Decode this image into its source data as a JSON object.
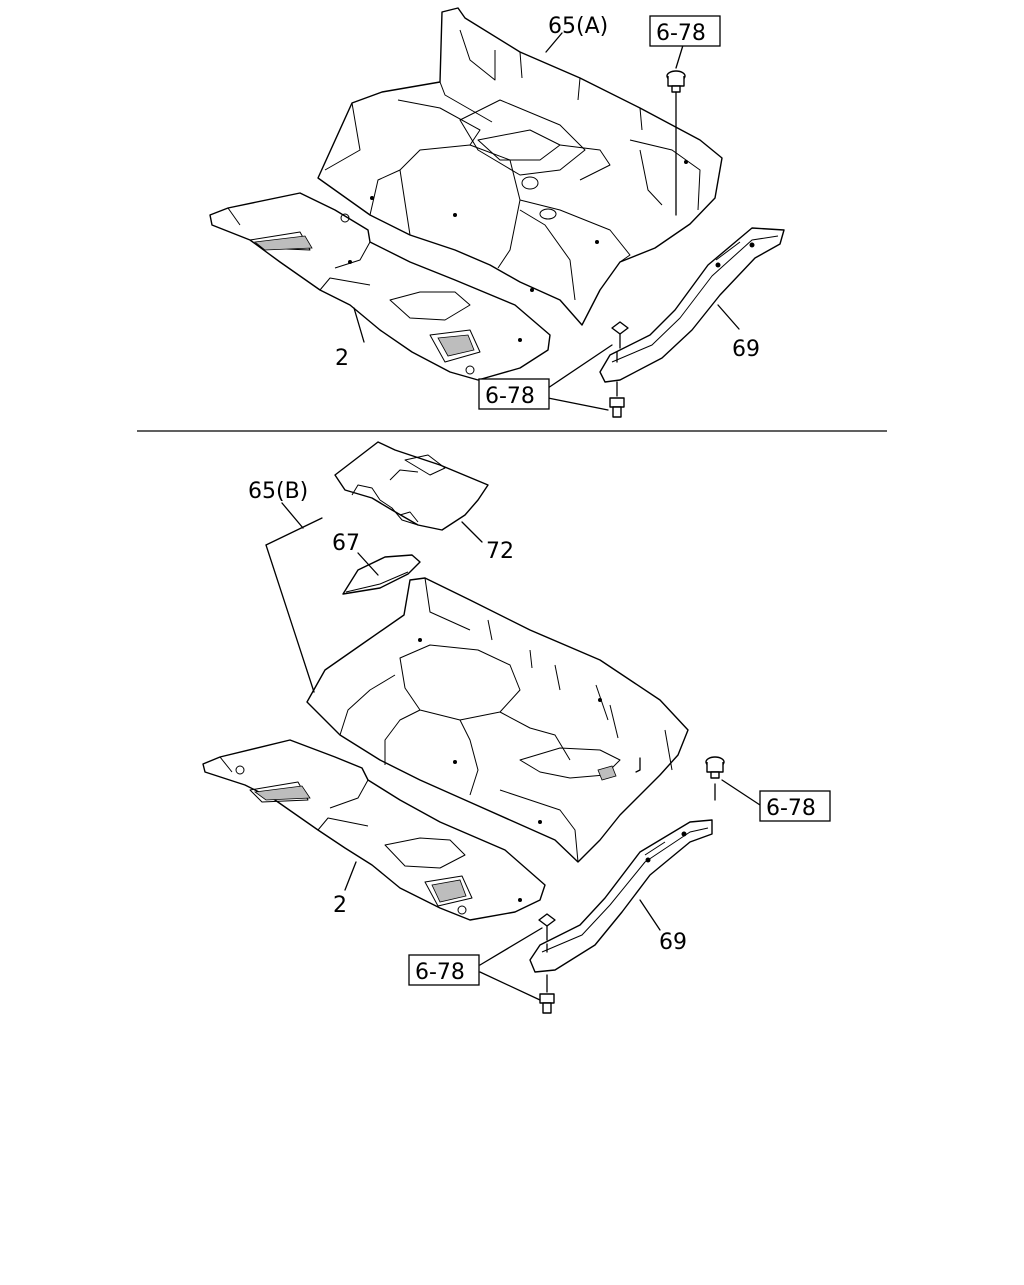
{
  "diagram": {
    "top": {
      "label_65a": "65(A)",
      "label_2": "2",
      "label_69": "69",
      "ref_upper": "6-78",
      "ref_lower": "6-78"
    },
    "bottom": {
      "label_65b": "65(B)",
      "label_67": "67",
      "label_72": "72",
      "label_2": "2",
      "label_69": "69",
      "ref_right": "6-78",
      "ref_lower": "6-78"
    }
  }
}
